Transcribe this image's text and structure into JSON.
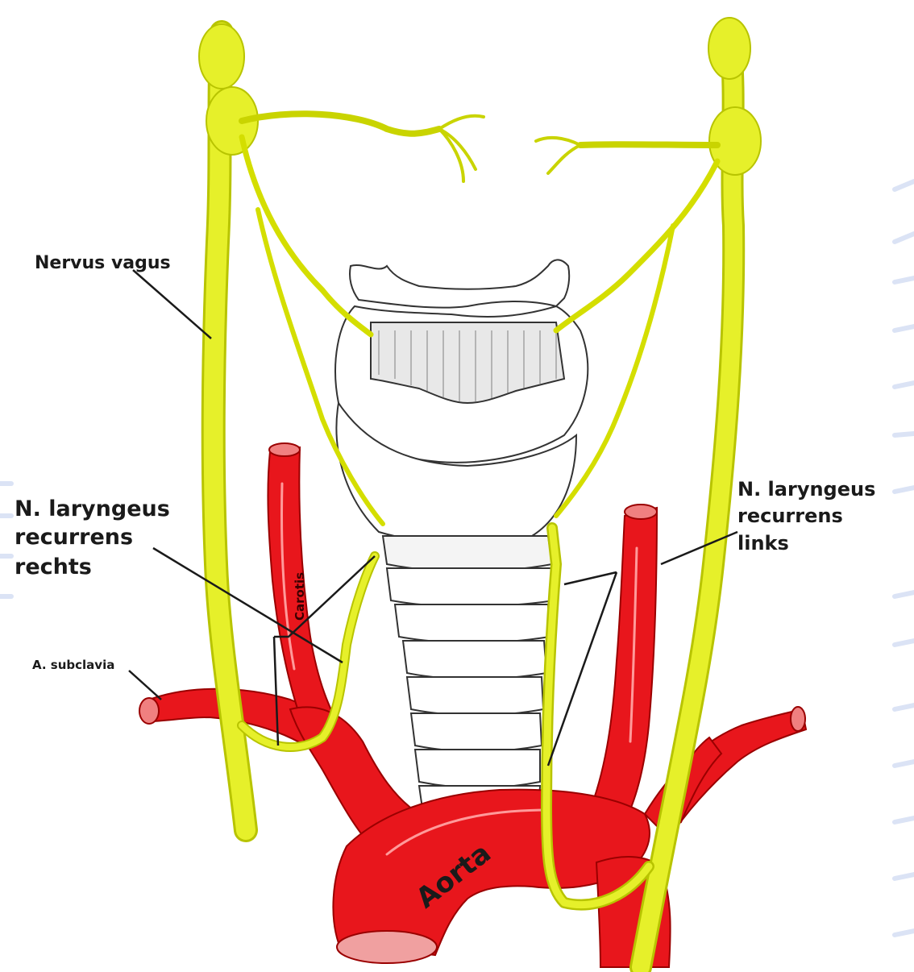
{
  "labels": {
    "nervus_vagus": "Nervus vagus",
    "recurrens_rechts": [
      "N. laryngeus",
      "recurrens",
      "rechts"
    ],
    "recurrens_links": [
      "N. laryngeus",
      "recurrens",
      "links"
    ],
    "subclavia": "A. subclavia",
    "carotis": "Carotis",
    "aorta": "Aorta"
  },
  "colors": {
    "nerve": "#e6f02a",
    "nerve_edge": "#b8c400",
    "artery": "#e8161c",
    "artery_edge": "#9a0000",
    "cartilage": "#ffffff",
    "ink": "#222222",
    "background_stripes": "#dbe3f5"
  }
}
